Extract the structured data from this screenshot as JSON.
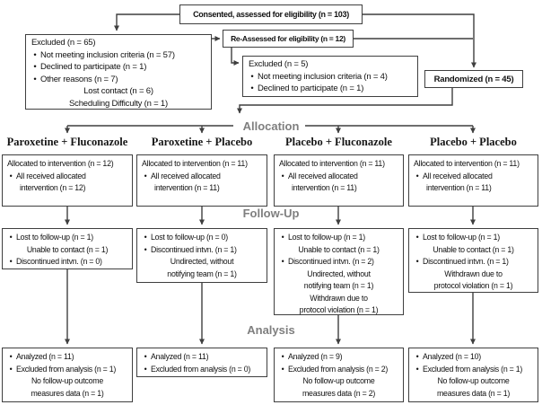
{
  "colors": {
    "border": "#3f3f3f",
    "line": "#3f3f3f",
    "banner": "#7f7f7f",
    "text": "#111111",
    "bg": "#ffffff"
  },
  "glyphs": {
    "bullet": "•"
  },
  "top": {
    "consented": "Consented, assessed for eligibility (n = 103)",
    "reassessed": "Re-Assessed for eligibility (n = 12)",
    "randomized": "Randomized (n = 45)",
    "excluded_primary": {
      "lines": [
        {
          "style": "title",
          "text": "Excluded (n = 65)"
        },
        {
          "style": "bullet",
          "text": "Not meeting inclusion criteria (n = 57)"
        },
        {
          "style": "bullet",
          "text": "Declined to participate (n = 1)"
        },
        {
          "style": "bullet",
          "text": "Other reasons (n = 7)"
        },
        {
          "style": "center",
          "text": "Lost contact (n = 6)"
        },
        {
          "style": "center",
          "text": "Scheduling Difficulty (n = 1)"
        }
      ]
    },
    "excluded_secondary": {
      "lines": [
        {
          "style": "title",
          "text": "Excluded (n = 5)"
        },
        {
          "style": "bullet",
          "text": "Not meeting inclusion criteria (n = 4)"
        },
        {
          "style": "bullet",
          "text": "Declined to participate (n = 1)"
        }
      ]
    }
  },
  "banners": {
    "allocation": "Allocation",
    "followup": "Follow-Up",
    "analysis": "Analysis"
  },
  "columns": [
    {
      "header": "Paroxetine + Fluconazole",
      "allocation": {
        "lines": [
          {
            "style": "title",
            "text": "Allocated to intervention (n = 12)"
          },
          {
            "style": "bullet",
            "text": "All received allocated"
          },
          {
            "style": "cont",
            "text": "intervention (n = 12)"
          }
        ]
      },
      "followup": {
        "lines": [
          {
            "style": "bullet",
            "text": "Lost to follow-up (n = 1)"
          },
          {
            "style": "center",
            "text": "Unable to contact (n = 1)"
          },
          {
            "style": "bullet",
            "text": "Discontinued intvn. (n = 0)"
          }
        ]
      },
      "analysis": {
        "lines": [
          {
            "style": "bullet",
            "text": "Analyzed (n = 11)"
          },
          {
            "style": "bullet",
            "text": "Excluded from analysis (n = 1)"
          },
          {
            "style": "center",
            "text": "No follow-up outcome"
          },
          {
            "style": "center",
            "text": "measures data (n = 1)"
          }
        ]
      }
    },
    {
      "header": "Paroxetine + Placebo",
      "allocation": {
        "lines": [
          {
            "style": "title",
            "text": "Allocated to intervention (n = 11)"
          },
          {
            "style": "bullet",
            "text": "All received allocated"
          },
          {
            "style": "cont",
            "text": "intervention (n = 11)"
          }
        ]
      },
      "followup": {
        "lines": [
          {
            "style": "bullet",
            "text": "Lost to follow-up (n = 0)"
          },
          {
            "style": "bullet",
            "text": "Discontinued intvn. (n = 1)"
          },
          {
            "style": "center",
            "text": "Undirected, without"
          },
          {
            "style": "center",
            "text": "notifying team (n = 1)"
          }
        ]
      },
      "analysis": {
        "lines": [
          {
            "style": "bullet",
            "text": "Analyzed (n = 11)"
          },
          {
            "style": "bullet",
            "text": "Excluded from analysis (n = 0)"
          }
        ]
      }
    },
    {
      "header": "Placebo + Fluconazole",
      "allocation": {
        "lines": [
          {
            "style": "title",
            "text": "Allocated to intervention (n = 11)"
          },
          {
            "style": "bullet",
            "text": "All received allocated"
          },
          {
            "style": "cont",
            "text": "intervention (n = 11)"
          }
        ]
      },
      "followup": {
        "lines": [
          {
            "style": "bullet",
            "text": "Lost to follow-up (n = 1)"
          },
          {
            "style": "center",
            "text": "Unable to contact (n = 1)"
          },
          {
            "style": "bullet",
            "text": "Discontinued intvn. (n = 2)"
          },
          {
            "style": "center",
            "text": "Undirected, without"
          },
          {
            "style": "center",
            "text": "notifying team (n = 1)"
          },
          {
            "style": "center",
            "text": "Withdrawn due to"
          },
          {
            "style": "center",
            "text": "protocol violation (n = 1)"
          }
        ]
      },
      "analysis": {
        "lines": [
          {
            "style": "bullet",
            "text": "Analyzed (n = 9)"
          },
          {
            "style": "bullet",
            "text": "Excluded from analysis (n = 2)"
          },
          {
            "style": "center",
            "text": "No follow-up outcome"
          },
          {
            "style": "center",
            "text": "measures data (n = 2)"
          }
        ]
      }
    },
    {
      "header": "Placebo + Placebo",
      "allocation": {
        "lines": [
          {
            "style": "title",
            "text": "Allocated to intervention (n = 11)"
          },
          {
            "style": "bullet",
            "text": "All received allocated"
          },
          {
            "style": "cont",
            "text": "intervention (n = 11)"
          }
        ]
      },
      "followup": {
        "lines": [
          {
            "style": "bullet",
            "text": "Lost to follow-up (n = 1)"
          },
          {
            "style": "center",
            "text": "Unable to contact (n = 1)"
          },
          {
            "style": "bullet",
            "text": "Discontinued intvn. (n = 1)"
          },
          {
            "style": "center",
            "text": "Withdrawn due to"
          },
          {
            "style": "center",
            "text": "protocol violation (n = 1)"
          }
        ]
      },
      "analysis": {
        "lines": [
          {
            "style": "bullet",
            "text": "Analyzed (n = 10)"
          },
          {
            "style": "bullet",
            "text": "Excluded from analysis (n = 1)"
          },
          {
            "style": "center",
            "text": "No follow-up outcome"
          },
          {
            "style": "center",
            "text": "measures data (n = 1)"
          }
        ]
      }
    }
  ]
}
